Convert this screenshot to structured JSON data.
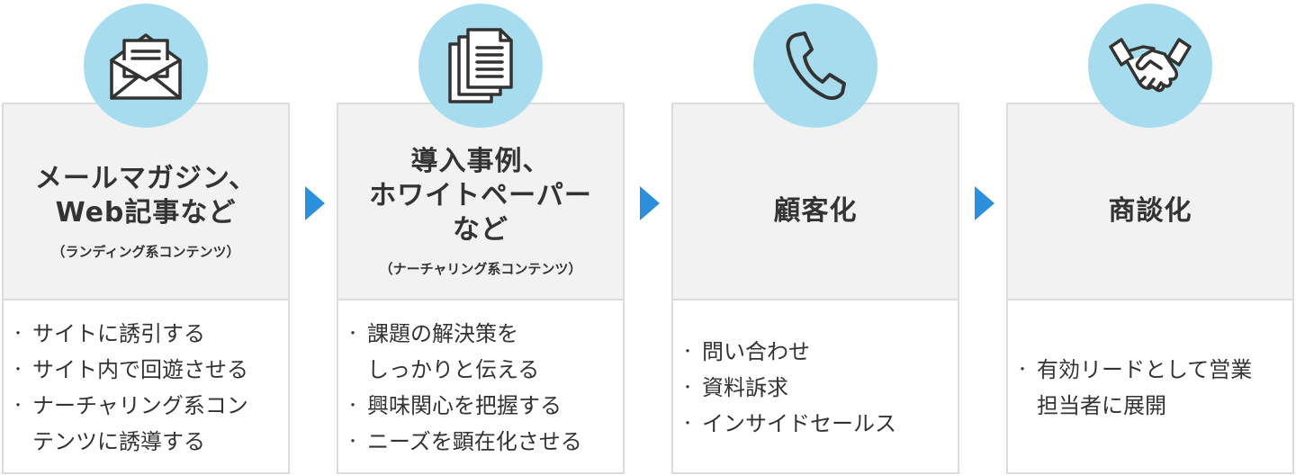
{
  "steps": [
    {
      "icon": "envelope-icon",
      "title": "メールマガジン、\nWeb記事など",
      "subtitle": "（ランディング系コンテンツ）",
      "items": [
        "サイトに誘引する",
        "サイト内で回遊させる",
        "ナーチャリング系コン\nテンツに誘導する"
      ]
    },
    {
      "icon": "documents-icon",
      "title": "導入事例、\nホワイトペーパー\nなど",
      "subtitle": "（ナーチャリング系コンテンツ）",
      "items": [
        "課題の解決策を\nしっかりと伝える",
        "興味関心を把握する",
        "ニーズを顕在化させる"
      ]
    },
    {
      "icon": "phone-icon",
      "title": "顧客化",
      "subtitle": "",
      "items": [
        "問い合わせ",
        "資料訴求",
        "インサイドセールス"
      ]
    },
    {
      "icon": "handshake-icon",
      "title": "商談化",
      "subtitle": "",
      "items": [
        "有効リードとして営業\n担当者に展開"
      ]
    }
  ],
  "colors": {
    "accent": "#2c8fdc",
    "circle": "#a6dcee",
    "header_bg": "#f2f2f2",
    "border": "#dcdcdc",
    "text": "#333333"
  }
}
